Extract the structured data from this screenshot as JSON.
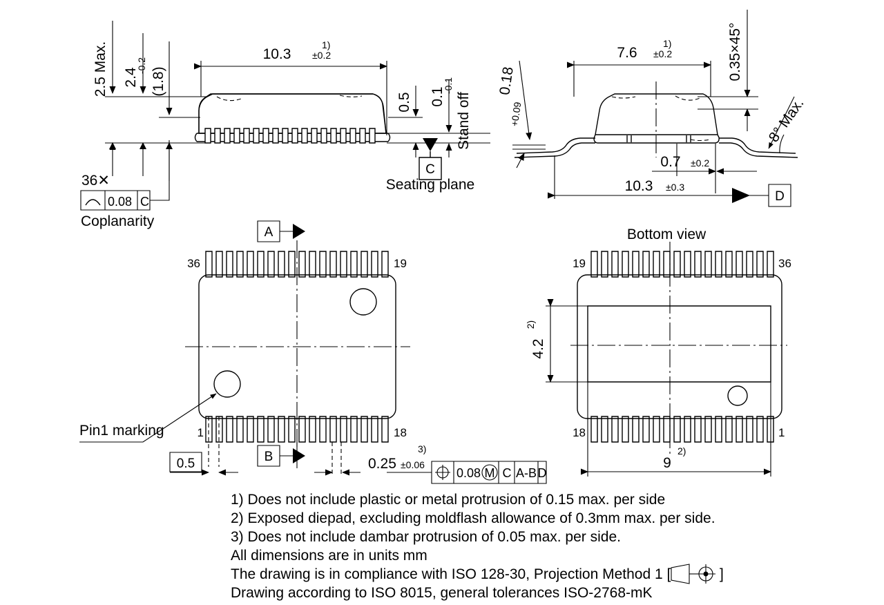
{
  "drawing": {
    "title": "Package outline drawing (TSSOP-36, exposed diepad)",
    "units_note": "All dimensions are in units mm"
  },
  "front_view": {
    "height_max": "2.5 Max.",
    "body_height": "2.4",
    "body_height_tol": "-0.2",
    "ref_height": "(1.8)",
    "body_length": "10.3",
    "body_length_tol": "±0.2",
    "body_length_sup": "1)",
    "lead_foot": "0.5",
    "standoff_value": "0.1",
    "standoff_tol": "-0.1",
    "standoff_label": "Stand off",
    "seating_plane_label": "Seating plane",
    "datum_c": "C",
    "coplanarity": {
      "count": "36✕",
      "symbol": "profile-arc-icon",
      "tolerance": "0.08",
      "datum": "C",
      "label": "Coplanarity"
    }
  },
  "side_view": {
    "body_width": "7.6",
    "body_width_tol": "±0.2",
    "body_width_sup": "1)",
    "lead_thickness": "0.18",
    "lead_thickness_tol": "+0.09",
    "chamfer": "0.35×45°",
    "draft_angle": "8° Max.",
    "lead_foot_len": "0.7",
    "lead_foot_tol": "±0.2",
    "total_width": "10.3",
    "total_width_tol": "±0.3",
    "datum_d": "D"
  },
  "top_view": {
    "datum_a": "A",
    "datum_b": "B",
    "pin_top_left": "36",
    "pin_top_right": "19",
    "pin_bottom_left": "1",
    "pin_bottom_right": "18",
    "pin1_marking": "Pin1 marking",
    "pitch": "0.5",
    "lead_width": "0.25",
    "lead_width_tol": "±0.06",
    "lead_width_sup": "3)",
    "position_fcf": {
      "symbol": "position-icon",
      "tolerance": "0.08",
      "modifier": "M",
      "datum1": "C",
      "datum2": "A-B",
      "datum3": "D"
    }
  },
  "bottom_view": {
    "title": "Bottom view",
    "pin_top_left": "19",
    "pin_top_right": "36",
    "pin_bottom_left": "18",
    "pin_bottom_right": "1",
    "diepad_height": "4.2",
    "diepad_height_sup": "2)",
    "diepad_width": "9",
    "diepad_width_sup": "2)"
  },
  "notes": [
    "1) Does not include plastic or metal protrusion of 0.15 max. per side",
    "2) Exposed diepad, excluding moldflash allowance of 0.3mm max. per side.",
    "3) Does not include dambar protrusion of 0.05 max. per side.",
    "All dimensions are in units mm"
  ],
  "standards": {
    "iso_line_prefix": "The drawing is in compliance with ISO 128-30, Projection Method 1 [",
    "iso_line_suffix": "]",
    "projection_symbol": "first-angle-projection-icon",
    "iso_8015_line": "Drawing according to ISO 8015, general tolerances ISO-2768-mK"
  }
}
